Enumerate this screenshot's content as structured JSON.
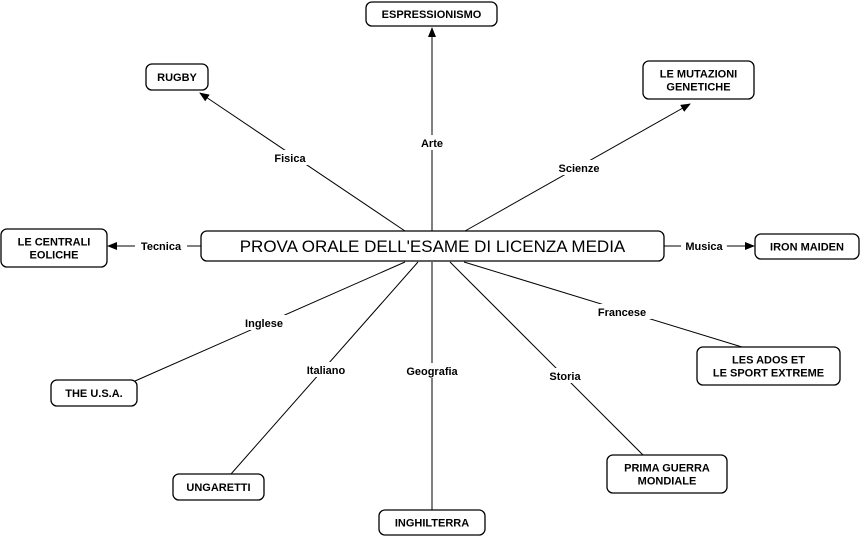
{
  "center": "PROVA ORALE DELL'ESAME DI LICENZA MEDIA",
  "links": [
    {
      "id": "arte",
      "label": "Arte",
      "target": [
        "ESPRESSIONISMO"
      ]
    },
    {
      "id": "fisica",
      "label": "Fisica",
      "target": [
        "RUGBY"
      ]
    },
    {
      "id": "scienze",
      "label": "Scienze",
      "target": [
        "LE MUTAZIONI",
        "GENETICHE"
      ]
    },
    {
      "id": "tecnica",
      "label": "Tecnica",
      "target": [
        "LE CENTRALI",
        "EOLICHE"
      ]
    },
    {
      "id": "musica",
      "label": "Musica",
      "target": [
        "IRON MAIDEN"
      ]
    },
    {
      "id": "inglese",
      "label": "Inglese",
      "target": [
        "THE U.S.A."
      ]
    },
    {
      "id": "italiano",
      "label": "Italiano",
      "target": [
        "UNGARETTI"
      ]
    },
    {
      "id": "geografia",
      "label": "Geografia",
      "target": [
        "INGHILTERRA"
      ]
    },
    {
      "id": "storia",
      "label": "Storia",
      "target": [
        "PRIMA GUERRA",
        "MONDIALE"
      ]
    },
    {
      "id": "francese",
      "label": "Francese",
      "target": [
        "LES ADOS ET",
        "LE SPORT EXTREME"
      ]
    }
  ]
}
